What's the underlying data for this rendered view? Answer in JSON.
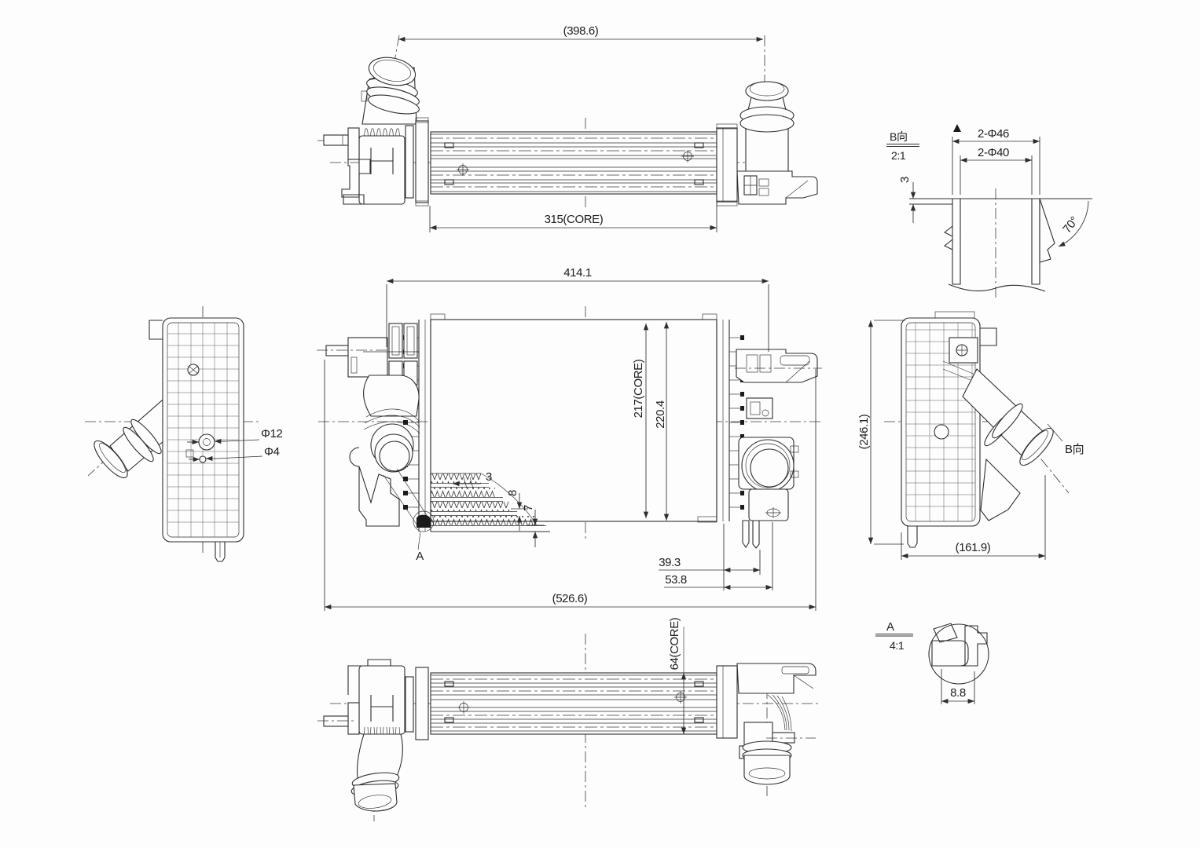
{
  "title": "Intercooler engineering drawing",
  "colors": {
    "background": "#fdfdfd",
    "line": "#2e2e2e",
    "text": "#1d1d1d"
  },
  "top_view": {
    "dim_width_overall": "(398.6)",
    "dim_core_width": "315(CORE)"
  },
  "front_view": {
    "dim_width": "414.1",
    "dim_core_height": "217(CORE)",
    "dim_overall_height": "220.4",
    "dim_fin": "3",
    "dim_tube": "8",
    "dim_plate": "7",
    "detail_a_marker": "A",
    "dim_39": "39.3",
    "dim_53": "53.8",
    "dim_total": "(526.6)"
  },
  "left_view": {
    "dim_boss_dia": "Φ12",
    "dim_hole_dia": "Φ4"
  },
  "right_view": {
    "dim_height": "(246.1)",
    "dim_depth": "(161.9)",
    "view_arrow_label": "B向"
  },
  "bottom_view": {
    "dim_core_depth": "64(CORE)"
  },
  "detail_b": {
    "label": "B向",
    "scale": "2:1",
    "dim_outer_dia": "2-Φ46",
    "dim_inner_dia": "2-Φ40",
    "dim_lip": "3",
    "dim_chamfer_angle": "70°"
  },
  "detail_a": {
    "label": "A",
    "scale": "4:1",
    "dim_seal_width": "8.8"
  }
}
